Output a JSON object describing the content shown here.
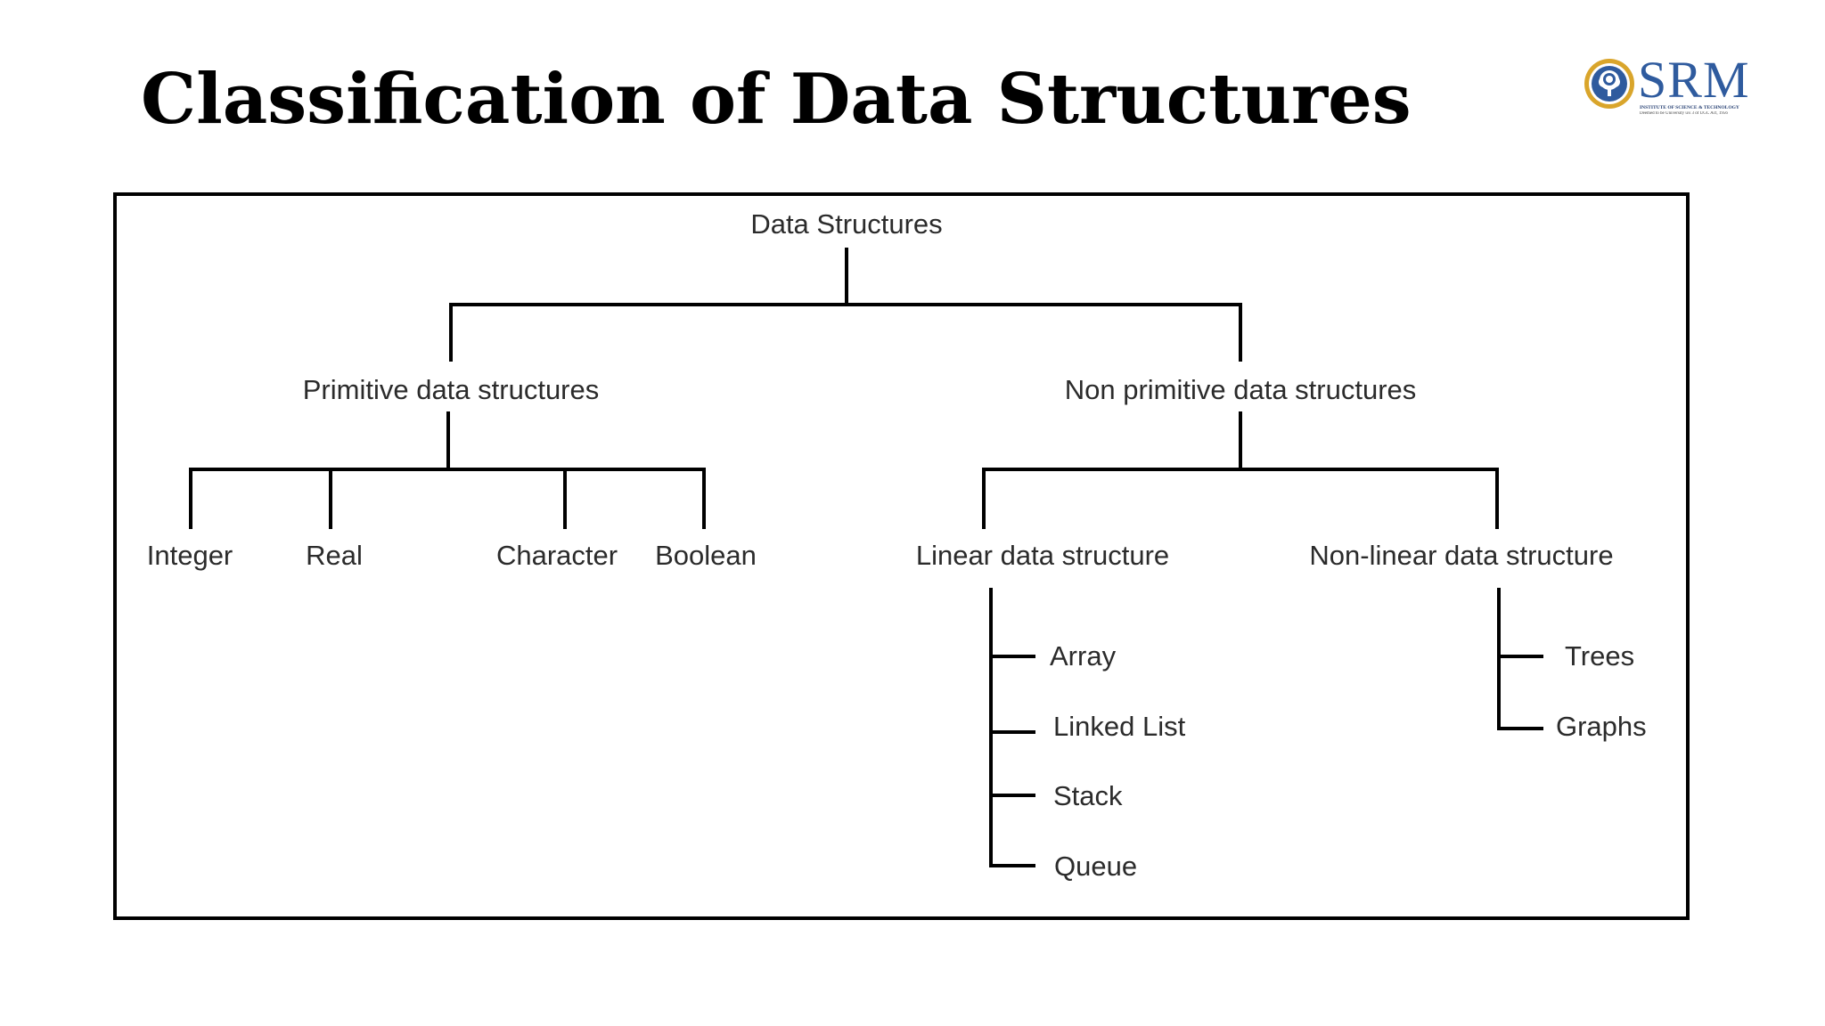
{
  "slide": {
    "title": "Classification of Data Structures"
  },
  "logo": {
    "name": "SRM",
    "subtitle": "INSTITUTE OF SCIENCE & TECHNOLOGY",
    "tagline": "Deemed to be University u/s 3 of UGC Act, 1956",
    "color": "#2f5b9e",
    "emblem": "tree-seal-icon"
  },
  "diagram": {
    "root": "Data Structures",
    "primitive": {
      "label": "Primitive data structures",
      "children": [
        "Integer",
        "Real",
        "Character",
        "Boolean"
      ]
    },
    "non_primitive": {
      "label": "Non primitive data structures",
      "linear": {
        "label": "Linear data structure",
        "children": [
          "Array",
          "Linked List",
          "Stack",
          "Queue"
        ]
      },
      "non_linear": {
        "label": "Non-linear data structure",
        "children": [
          "Trees",
          "Graphs"
        ]
      }
    },
    "line_color": "#000000",
    "text_color": "#2b2b2b"
  }
}
